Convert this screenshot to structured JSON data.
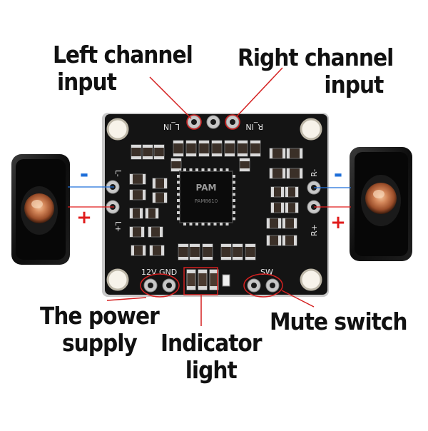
{
  "labels": {
    "left_input": [
      "Left channel",
      "input"
    ],
    "right_input": [
      "Right channel",
      "input"
    ],
    "power": [
      "The power",
      "supply"
    ],
    "indicator": [
      "Indicator",
      "light"
    ],
    "mute": "Mute switch"
  },
  "silkscreen": {
    "l_in": "L_IN",
    "r_in": "R_IN",
    "l_minus": "L-",
    "l_plus": "L+",
    "r_minus": "R-",
    "r_plus": "R+",
    "power": "12V GND",
    "sw": "SW",
    "chip_brand": "PAM",
    "chip_model": "PAM8610"
  },
  "polarity": {
    "minus": "-",
    "plus": "+"
  },
  "colors": {
    "pcb": "#141414",
    "callout_line": "#d42020",
    "minus_sign": "#1e6fd9",
    "plus_sign": "#e01b1b",
    "pad": "#c8c8c8",
    "speaker_cone": "#b86a3e"
  }
}
